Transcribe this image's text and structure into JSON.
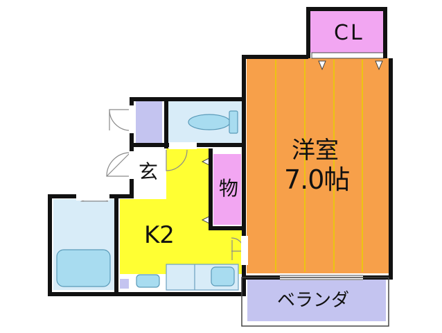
{
  "rooms": {
    "closet": {
      "label": "CL",
      "color": "#f2a6f2"
    },
    "western_room": {
      "label_line1": "洋室",
      "label_line2": "7.0帖",
      "color": "#f7a04a"
    },
    "entrance": {
      "label": "玄",
      "color": "#ffffff"
    },
    "storage": {
      "label": "物",
      "color": "#f2a6f2"
    },
    "kitchen": {
      "label": "K2",
      "color": "#ffff33"
    },
    "veranda": {
      "label": "ベランダ",
      "color": "#c4c4f0"
    },
    "bath": {
      "color": "#d8ecf8"
    },
    "toilet": {
      "color": "#d8ecf8"
    },
    "shoe_cabinet": {
      "color": "#c4c4f0"
    }
  },
  "colors": {
    "wall": "#111111",
    "floor_line": "#e8d000",
    "fixture": "#a8dcf0",
    "fixture_stroke": "#5a9ab8"
  }
}
